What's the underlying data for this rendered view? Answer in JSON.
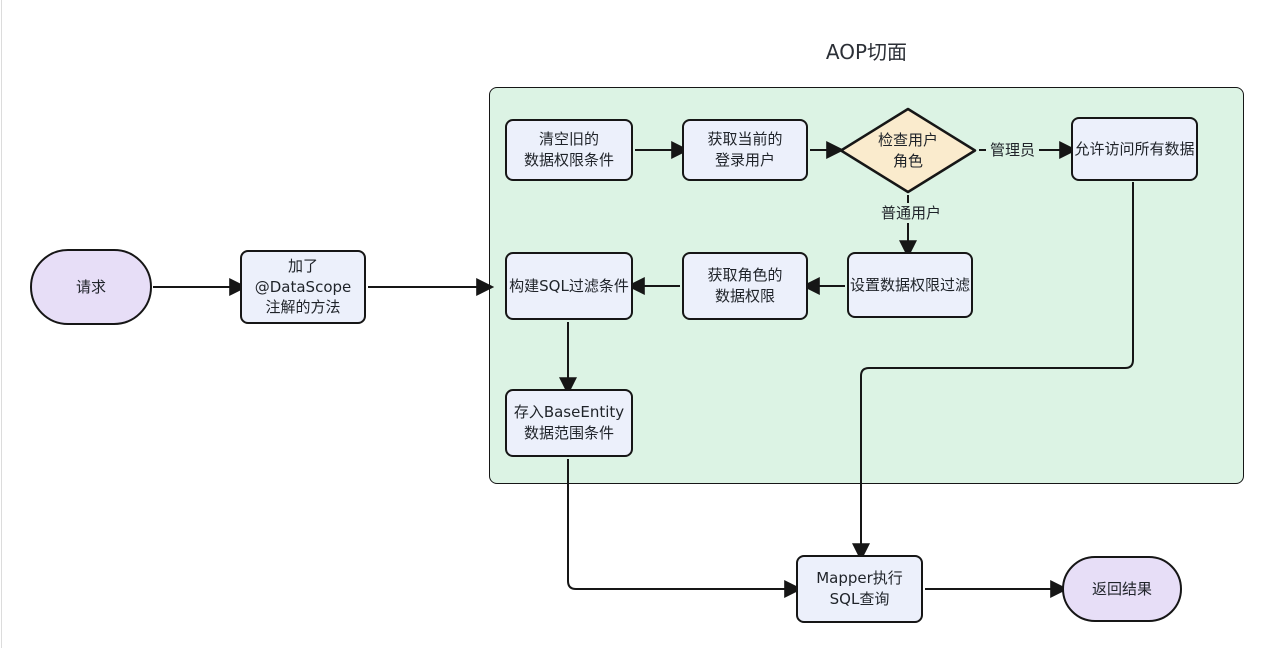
{
  "title": "AOP切面",
  "colors": {
    "subgraph_fill": "#dcf3e4",
    "node_fill": "#ecf0fb",
    "stadium_fill": "#e7def7",
    "diamond_fill": "#faebcd",
    "border": "#161616",
    "text": "#1f2329"
  },
  "nodes": {
    "request": {
      "label": "请求"
    },
    "annotated_method": {
      "label": "加了\n@DataScope\n注解的方法"
    },
    "clear_old_conditions": {
      "label": "清空旧的\n数据权限条件"
    },
    "get_current_user": {
      "label": "获取当前的\n登录用户"
    },
    "check_user_role": {
      "label": "检查用户\n角色"
    },
    "allow_all_data": {
      "label": "允许访问所有数据"
    },
    "set_data_filter": {
      "label": "设置数据权限过滤"
    },
    "get_role_permissions": {
      "label": "获取角色的\n数据权限"
    },
    "build_sql_filter": {
      "label": "构建SQL过滤条件"
    },
    "save_base_entity": {
      "label": "存入BaseEntity\n数据范围条件"
    },
    "mapper_execute": {
      "label": "Mapper执行\nSQL查询"
    },
    "return_result": {
      "label": "返回结果"
    }
  },
  "edge_labels": {
    "admin": "管理员",
    "normal_user": "普通用户"
  }
}
